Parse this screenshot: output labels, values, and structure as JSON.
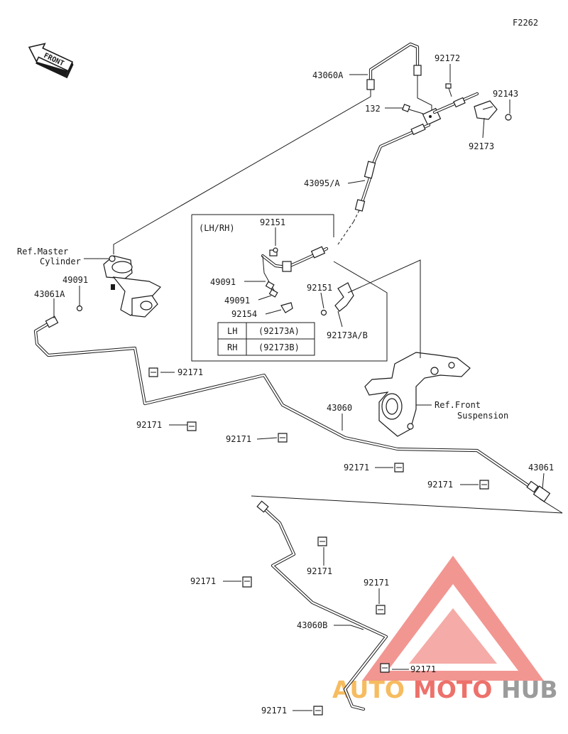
{
  "diagram_code": "F2262",
  "front_label": "FRONT",
  "labels": {
    "part_43060A": "43060A",
    "part_92172": "92172",
    "part_92143": "92143",
    "part_132": "132",
    "part_92173": "92173",
    "part_43095A": "43095/A",
    "ref_master_1": "Ref.Master",
    "ref_master_2": "Cylinder",
    "part_49091_left": "49091",
    "part_43061A": "43061A",
    "part_92171_a": "92171",
    "part_92171_b": "92171",
    "part_92171_c": "92171",
    "part_43060": "43060",
    "ref_front_1": "Ref.Front",
    "ref_front_2": "Suspension",
    "part_92171_d": "92171",
    "part_43061": "43061",
    "part_92171_e": "92171",
    "part_92171_f": "92171",
    "part_92171_g": "92171",
    "part_92171_h": "92171",
    "part_43060B": "43060B",
    "part_92171_i": "92171",
    "part_92171_j": "92171"
  },
  "inset": {
    "title": "(LH/RH)",
    "part_92151_top": "92151",
    "part_49091_a": "49091",
    "part_49091_b": "49091",
    "part_92154": "92154",
    "part_92151_right": "92151",
    "part_92173AB": "92173A/B",
    "table": [
      {
        "side": "LH",
        "part": "(92173A)"
      },
      {
        "side": "RH",
        "part": "(92173B)"
      }
    ]
  },
  "watermark": {
    "text_a": "AUTO",
    "text_b": "MOTO",
    "text_c": "HUB",
    "color_red": "#e8423a",
    "color_orange": "#f3a62c",
    "color_grey": "#8a8a8a"
  }
}
